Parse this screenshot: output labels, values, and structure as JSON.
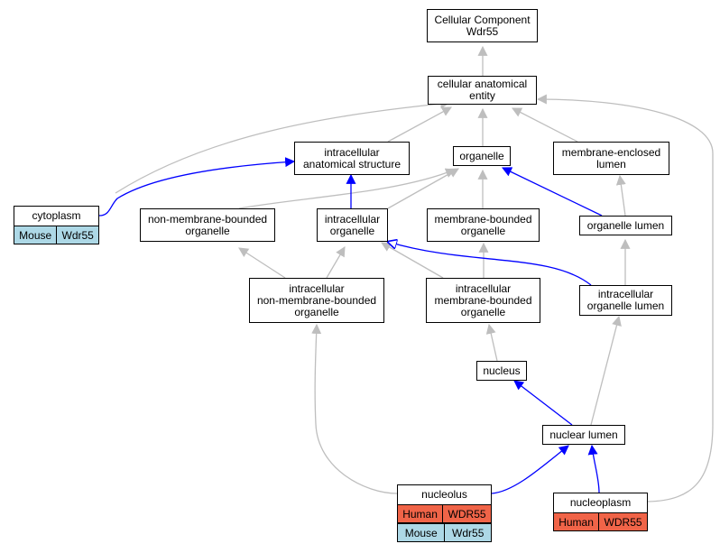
{
  "colors": {
    "is_a_edge": "#bebebe",
    "part_of_edge": "#0000ff",
    "human": "#f06448",
    "mouse": "#add8e6"
  },
  "nodes": {
    "root": "Cellular Component\nWdr55",
    "cae": "cellular anatomical\nentity",
    "ias": "intracellular\nanatomical structure",
    "organelle": "organelle",
    "mel": "membrane-enclosed\nlumen",
    "cytoplasm": "cytoplasm",
    "nmbo": "non-membrane-bounded\norganelle",
    "io": "intracellular\norganelle",
    "mbo": "membrane-bounded\norganelle",
    "ol": "organelle lumen",
    "inmbo": "intracellular\nnon-membrane-bounded\norganelle",
    "imbo": "intracellular\nmembrane-bounded\norganelle",
    "iol": "intracellular\norganelle lumen",
    "nucleus": "nucleus",
    "nl": "nuclear lumen",
    "nucleolus": "nucleolus",
    "nucleoplasm": "nucleoplasm"
  },
  "annotations": {
    "cytoplasm_mouse": {
      "species": "Mouse",
      "gene": "Wdr55"
    },
    "nucleolus_human": {
      "species": "Human",
      "gene": "WDR55"
    },
    "nucleolus_mouse": {
      "species": "Mouse",
      "gene": "Wdr55"
    },
    "nucleoplasm_human": {
      "species": "Human",
      "gene": "WDR55"
    }
  }
}
